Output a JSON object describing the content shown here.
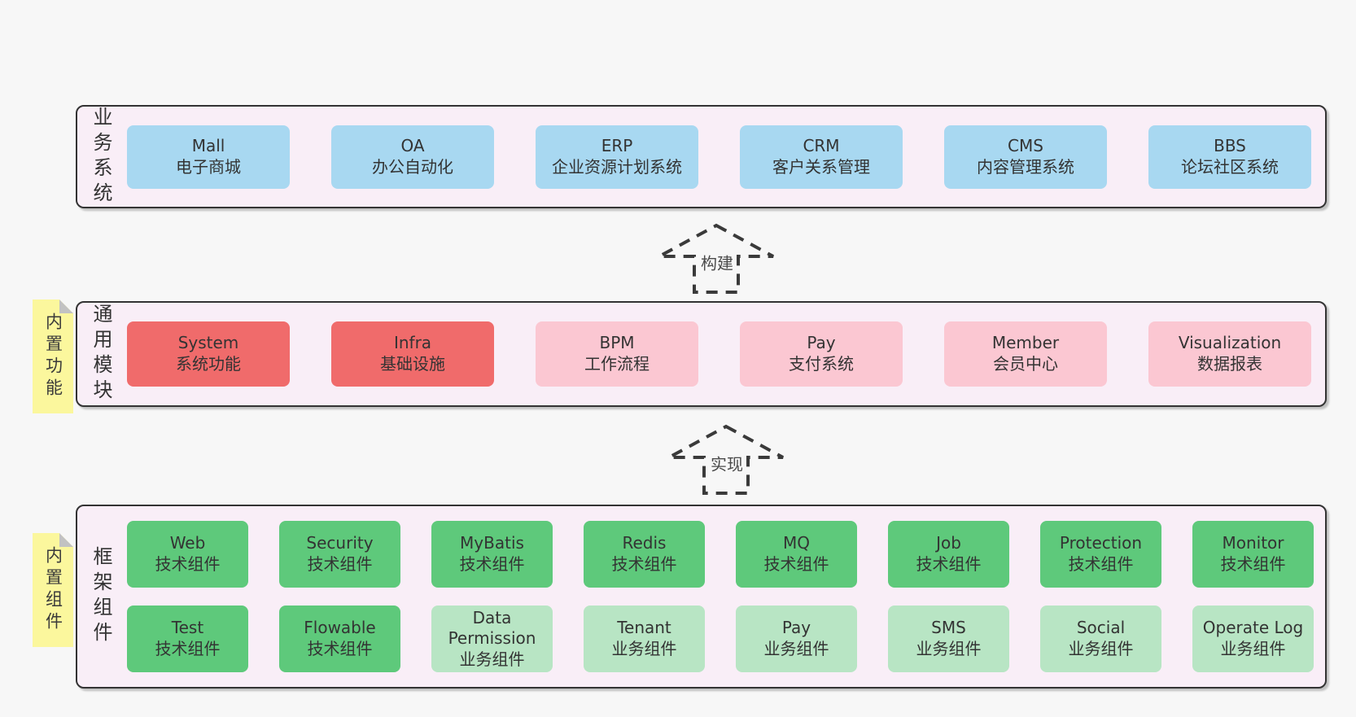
{
  "diagram": {
    "layers": [
      {
        "label": "业务系统",
        "boxes": [
          {
            "title": "Mall",
            "subtitle": "电子商城",
            "color": "blue"
          },
          {
            "title": "OA",
            "subtitle": "办公自动化",
            "color": "blue"
          },
          {
            "title": "ERP",
            "subtitle": "企业资源计划系统",
            "color": "blue"
          },
          {
            "title": "CRM",
            "subtitle": "客户关系管理",
            "color": "blue"
          },
          {
            "title": "CMS",
            "subtitle": "内容管理系统",
            "color": "blue"
          },
          {
            "title": "BBS",
            "subtitle": "论坛社区系统",
            "color": "blue"
          }
        ]
      },
      {
        "label": "通用模块",
        "note": "内置功能",
        "boxes": [
          {
            "title": "System",
            "subtitle": "系统功能",
            "color": "red"
          },
          {
            "title": "Infra",
            "subtitle": "基础设施",
            "color": "red"
          },
          {
            "title": "BPM",
            "subtitle": "工作流程",
            "color": "pink"
          },
          {
            "title": "Pay",
            "subtitle": "支付系统",
            "color": "pink"
          },
          {
            "title": "Member",
            "subtitle": "会员中心",
            "color": "pink"
          },
          {
            "title": "Visualization",
            "subtitle": "数据报表",
            "color": "pink"
          }
        ]
      },
      {
        "label": "框架组件",
        "note": "内置组件",
        "rows": [
          [
            {
              "title": "Web",
              "subtitle": "技术组件",
              "color": "green"
            },
            {
              "title": "Security",
              "subtitle": "技术组件",
              "color": "green"
            },
            {
              "title": "MyBatis",
              "subtitle": "技术组件",
              "color": "green"
            },
            {
              "title": "Redis",
              "subtitle": "技术组件",
              "color": "green"
            },
            {
              "title": "MQ",
              "subtitle": "技术组件",
              "color": "green"
            },
            {
              "title": "Job",
              "subtitle": "技术组件",
              "color": "green"
            },
            {
              "title": "Protection",
              "subtitle": "技术组件",
              "color": "green"
            },
            {
              "title": "Monitor",
              "subtitle": "技术组件",
              "color": "green"
            }
          ],
          [
            {
              "title": "Test",
              "subtitle": "技术组件",
              "color": "green"
            },
            {
              "title": "Flowable",
              "subtitle": "技术组件",
              "color": "green"
            },
            {
              "title": "Data Permission",
              "subtitle": "业务组件",
              "color": "light-green"
            },
            {
              "title": "Tenant",
              "subtitle": "业务组件",
              "color": "light-green"
            },
            {
              "title": "Pay",
              "subtitle": "业务组件",
              "color": "light-green"
            },
            {
              "title": "SMS",
              "subtitle": "业务组件",
              "color": "light-green"
            },
            {
              "title": "Social",
              "subtitle": "业务组件",
              "color": "light-green"
            },
            {
              "title": "Operate Log",
              "subtitle": "业务组件",
              "color": "light-green"
            }
          ]
        ]
      }
    ],
    "arrows": [
      {
        "label": "构建"
      },
      {
        "label": "实现"
      }
    ],
    "colors": {
      "background": "#f7f7f7",
      "layer_background": "#f9eef7",
      "layer_border": "#333333",
      "blue_box": "#a8d8f1",
      "red_box": "#f06b6b",
      "pink_box": "#fbc7d2",
      "green_box": "#5ec97b",
      "light_green_box": "#b8e5c4",
      "note_background": "#fbf79d",
      "note_fold": "#c2c2c2",
      "text": "#333333"
    }
  }
}
